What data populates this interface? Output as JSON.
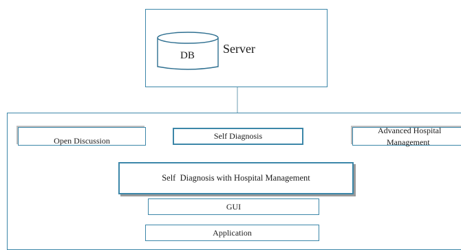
{
  "server": {
    "label": "Server",
    "db_label": "DB"
  },
  "modules": {
    "open_discussion": "Open Discussion",
    "self_diagnosis": "Self Diagnosis",
    "advanced_hospital_line1": "Advanced Hospital",
    "advanced_hospital_line2": "Management"
  },
  "core": {
    "label": "Self  Diagnosis with Hospital Management"
  },
  "gui": {
    "label": "GUI"
  },
  "application": {
    "label": "Application"
  },
  "colors": {
    "border": "#3b86a8",
    "wire": "#8fb3c4",
    "shadow": "#9a9a9a"
  }
}
